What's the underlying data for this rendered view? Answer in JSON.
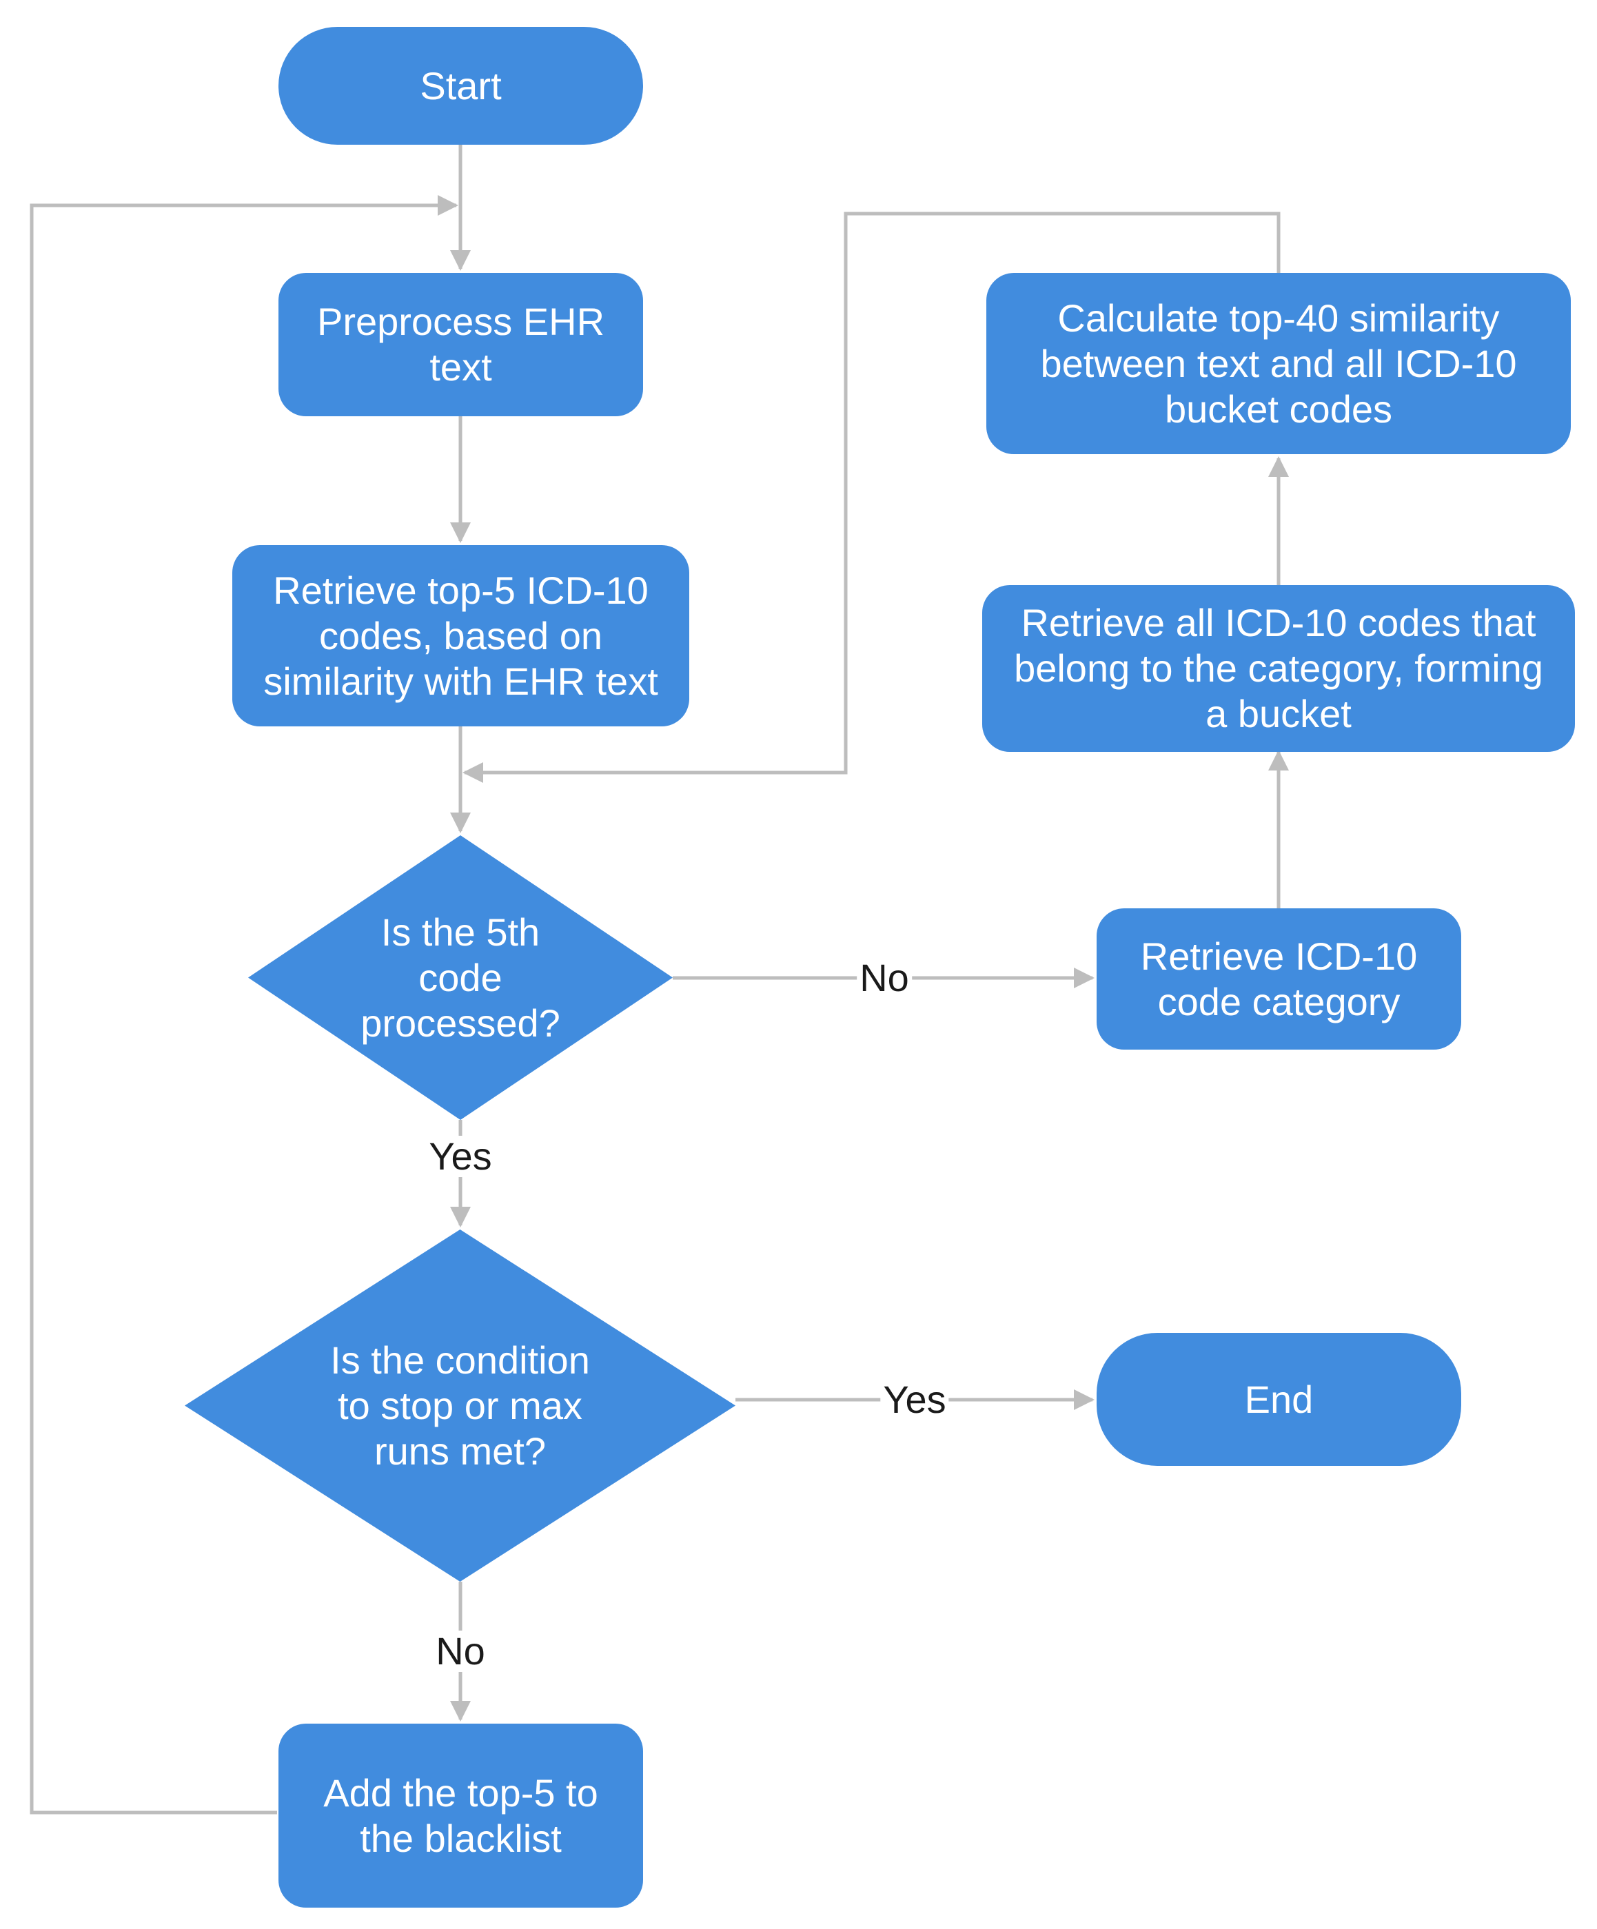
{
  "colors": {
    "node_fill": "#418CDE",
    "node_text": "#ffffff",
    "connector": "#BDBDBD",
    "label_text": "#1a1a1a"
  },
  "nodes": {
    "start": "Start",
    "preprocess": "Preprocess EHR\ntext",
    "retrieve_top5": "Retrieve top-5 ICD-10\ncodes, based on\nsimilarity with EHR text",
    "decision_5th": "Is the 5th\ncode\nprocessed?",
    "decision_stop": "Is the condition\nto stop or max\nruns met?",
    "add_blacklist": "Add the top-5 to\nthe blacklist",
    "retrieve_category": "Retrieve ICD-10\ncode category",
    "retrieve_bucket": "Retrieve all ICD-10 codes that\nbelong to the category, forming\na bucket",
    "calculate_top40": "Calculate top-40 similarity\nbetween text and all ICD-10\nbucket codes",
    "end": "End"
  },
  "edge_labels": {
    "decision_5th_no": "No",
    "decision_5th_yes": "Yes",
    "decision_stop_yes": "Yes",
    "decision_stop_no": "No"
  }
}
